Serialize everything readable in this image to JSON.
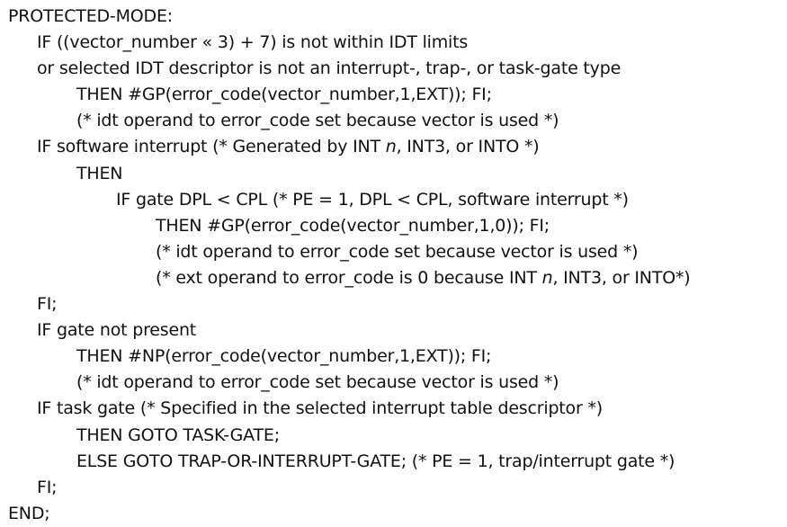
{
  "lines": [
    {
      "indent": 0,
      "parts": [
        {
          "t": "PROTECTED-MODE:"
        }
      ]
    },
    {
      "indent": 1,
      "parts": [
        {
          "t": "IF ((vector_number « 3) + 7) is not within IDT limits"
        }
      ]
    },
    {
      "indent": 1,
      "parts": [
        {
          "t": "or selected IDT descriptor is not an interrupt-, trap-, or task-gate type"
        }
      ]
    },
    {
      "indent": 2,
      "parts": [
        {
          "t": "THEN #GP(error_code(vector_number,1,EXT)); FI;"
        }
      ]
    },
    {
      "indent": 2,
      "parts": [
        {
          "t": "(* idt operand to error_code set because vector is used *)"
        }
      ]
    },
    {
      "indent": 1,
      "parts": [
        {
          "t": "IF software interrupt (* Generated by INT "
        },
        {
          "t": "n",
          "i": true
        },
        {
          "t": ", INT3, or INTO *)"
        }
      ]
    },
    {
      "indent": 2,
      "parts": [
        {
          "t": "THEN"
        }
      ]
    },
    {
      "indent": 3,
      "parts": [
        {
          "t": "IF gate DPL < CPL (* PE = 1, DPL < CPL, software interrupt *)"
        }
      ]
    },
    {
      "indent": 4,
      "parts": [
        {
          "t": "THEN #GP(error_code(vector_number,1,0)); FI;"
        }
      ]
    },
    {
      "indent": 4,
      "parts": [
        {
          "t": "(* idt operand to error_code set because vector is used *)"
        }
      ]
    },
    {
      "indent": 4,
      "parts": [
        {
          "t": "(* ext operand to error_code is 0 because INT "
        },
        {
          "t": "n",
          "i": true
        },
        {
          "t": ", INT3, or INTO*)"
        }
      ]
    },
    {
      "indent": 1,
      "parts": [
        {
          "t": "FI;"
        }
      ]
    },
    {
      "indent": 1,
      "parts": [
        {
          "t": "IF gate not present"
        }
      ]
    },
    {
      "indent": 2,
      "parts": [
        {
          "t": "THEN #NP(error_code(vector_number,1,EXT)); FI;"
        }
      ]
    },
    {
      "indent": 2,
      "parts": [
        {
          "t": "(* idt operand to error_code set because vector is used *)"
        }
      ]
    },
    {
      "indent": 1,
      "parts": [
        {
          "t": "IF task gate (* Specified in the selected interrupt table descriptor *)"
        }
      ]
    },
    {
      "indent": 2,
      "parts": [
        {
          "t": "THEN GOTO TASK-GATE;"
        }
      ]
    },
    {
      "indent": 2,
      "parts": [
        {
          "t": "ELSE GOTO TRAP-OR-INTERRUPT-GATE; (* PE = 1, trap/interrupt gate *)"
        }
      ]
    },
    {
      "indent": 1,
      "parts": [
        {
          "t": "FI;"
        }
      ]
    },
    {
      "indent": 0,
      "parts": [
        {
          "t": "END;"
        }
      ]
    }
  ]
}
